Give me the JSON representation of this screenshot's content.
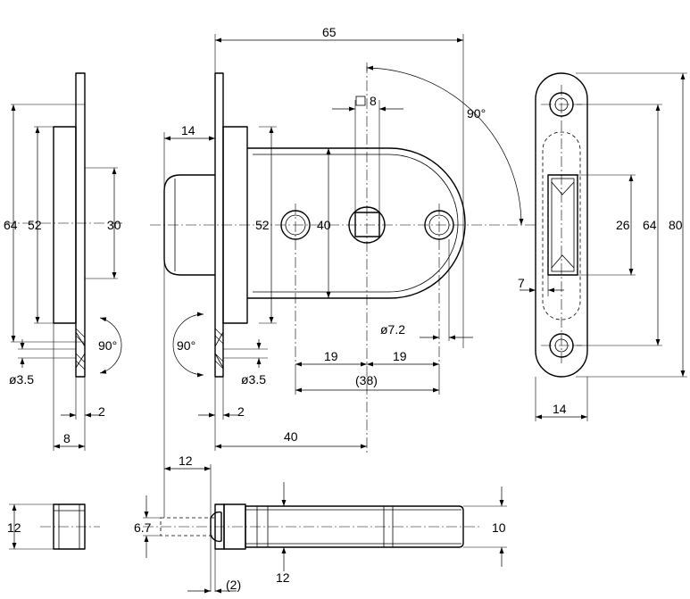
{
  "labels": {
    "d65": "65",
    "d90_top": "90°",
    "d_square8": "8",
    "d14_left": "14",
    "d64_left": "64",
    "d52_left": "52",
    "d30": "30",
    "d52_mid": "52",
    "d40_v": "40",
    "d26": "26",
    "d64_right": "64",
    "d80": "80",
    "d7": "7",
    "d7_2": "ø7.2",
    "d90_left": "90°",
    "d90_mid": "90°",
    "d3_5_left": "ø3.5",
    "d3_5_mid": "ø3.5",
    "d19_a": "19",
    "d19_b": "19",
    "d38": "(38)",
    "d14_right": "14",
    "d2_left": "2",
    "d2_mid": "2",
    "d8": "8",
    "d40_h": "40",
    "d12_top": "12",
    "d12_left": "12",
    "d6_7": "6.7",
    "d10": "10",
    "d12_bottom": "12",
    "d2_paren": "(2)"
  }
}
